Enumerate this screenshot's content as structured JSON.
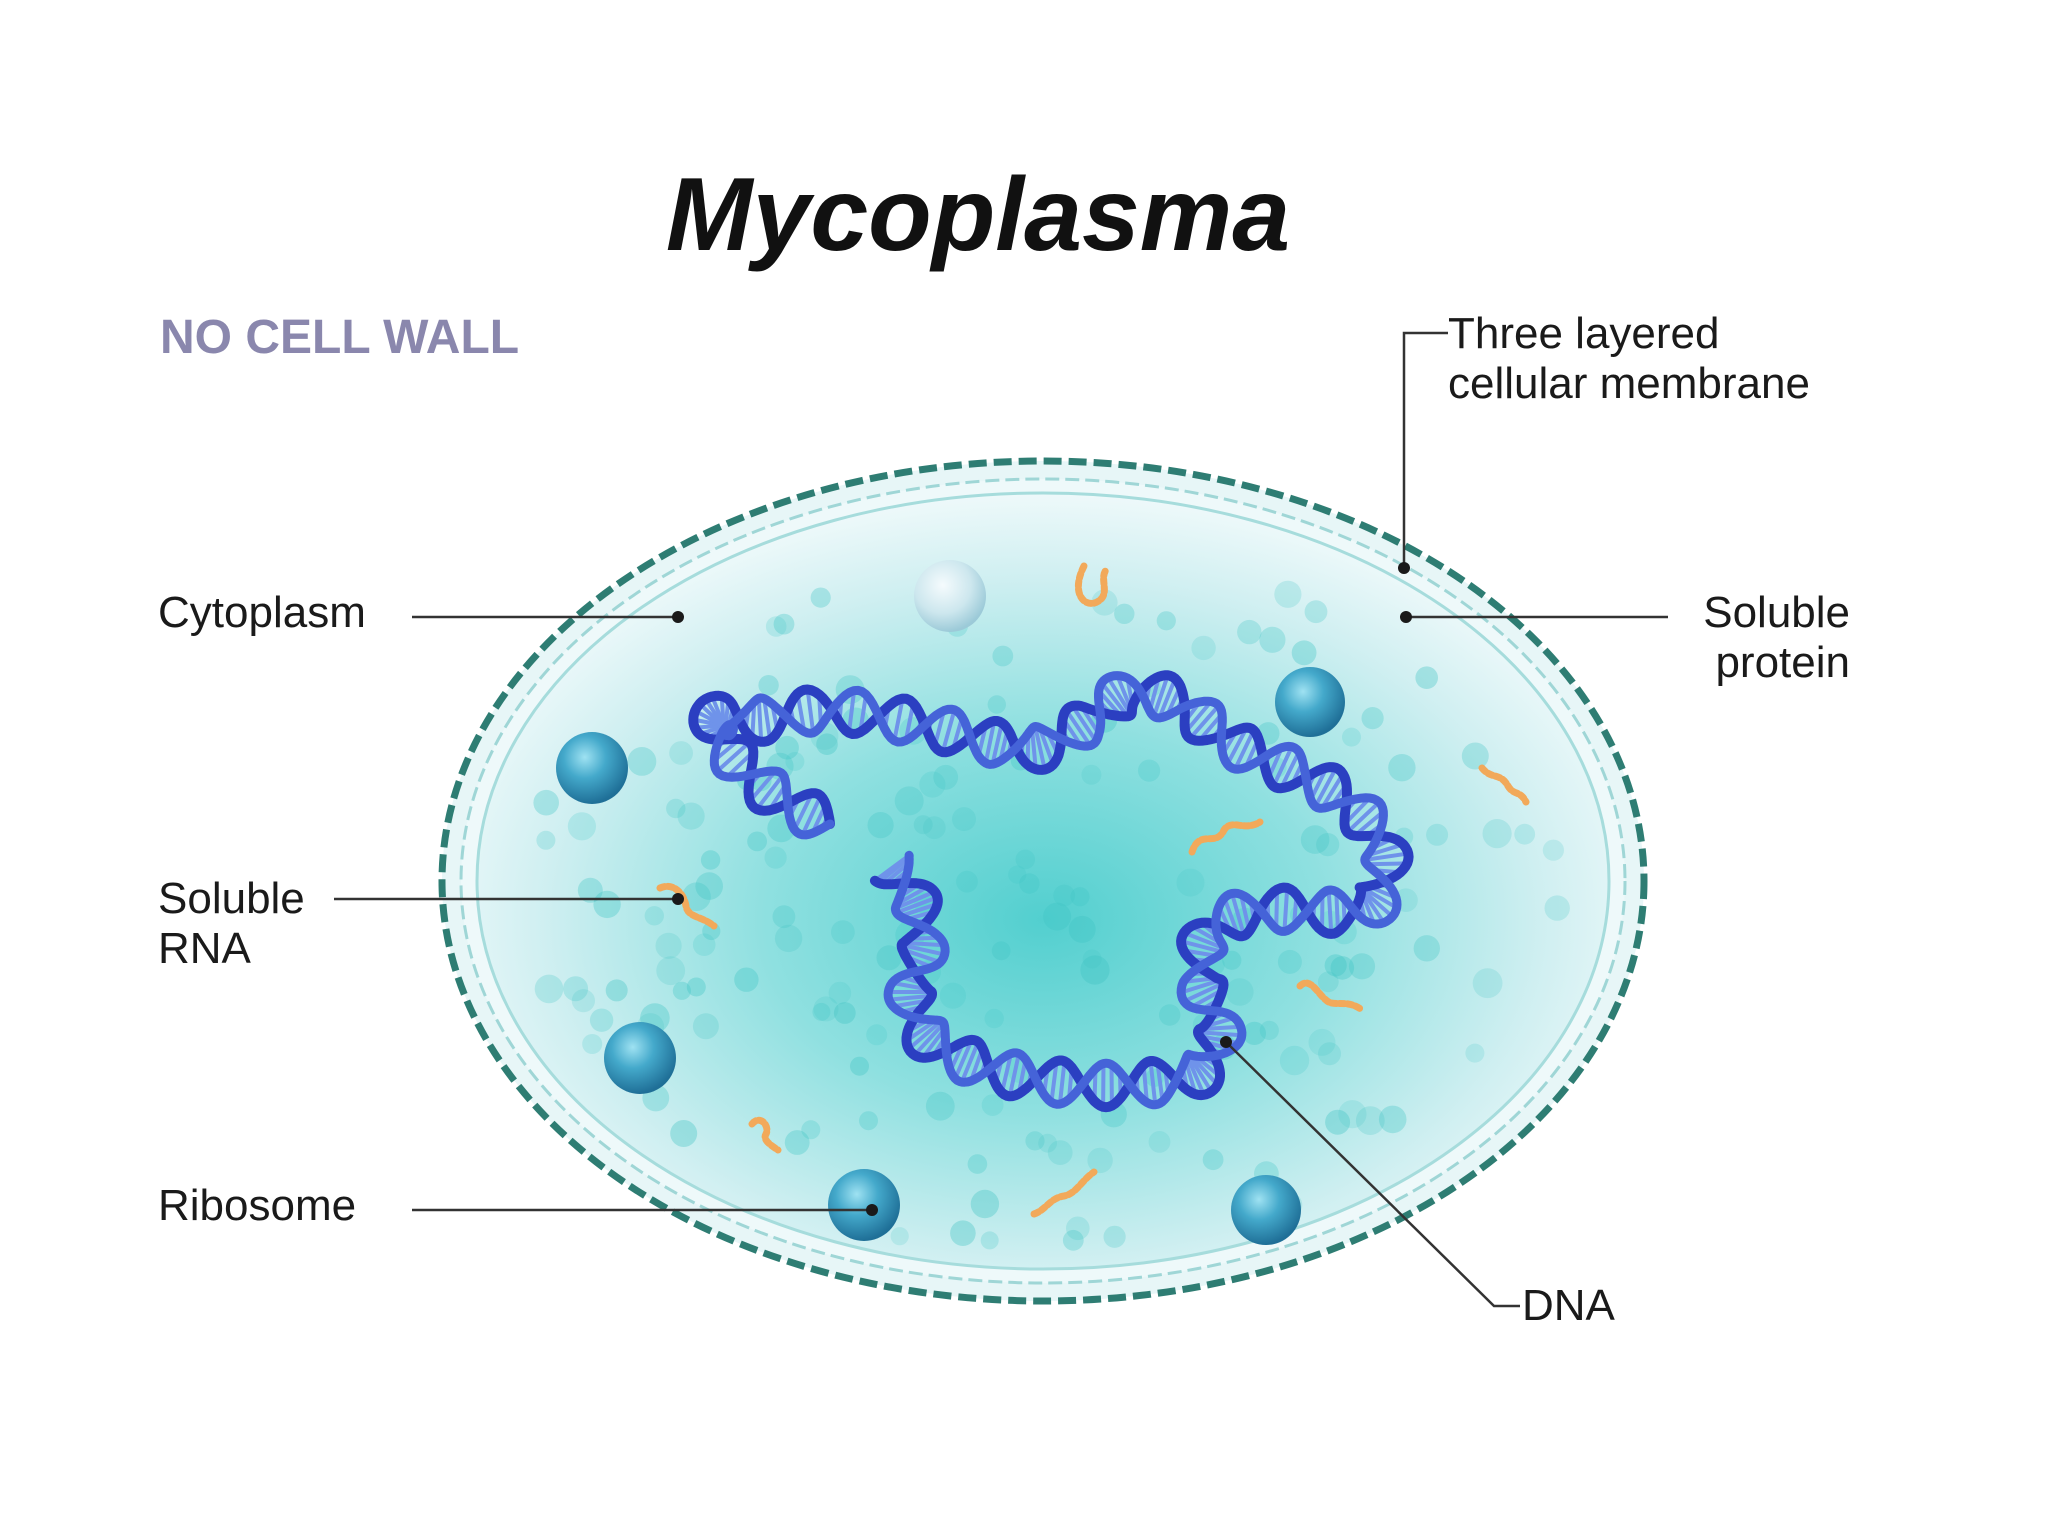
{
  "title": "Mycoplasma",
  "subtitle": "NO CELL WALL",
  "labels": {
    "membrane_line1": "Three layered",
    "membrane_line2": "cellular membrane",
    "cytoplasm": "Cytoplasm",
    "soluble_protein_line1": "Soluble",
    "soluble_protein_line2": "protein",
    "soluble_rna_line1": "Soluble",
    "soluble_rna_line2": "RNA",
    "ribosome": "Ribosome",
    "dna": "DNA"
  },
  "colors": {
    "title": "#111111",
    "subtitle": "#8a87ad",
    "label_text": "#1a1a1a",
    "leader_line": "#333333",
    "membrane_dash": "#2e7d73",
    "membrane_inner": "#a6dcdc",
    "cytoplasm_light": "#e9f8f9",
    "cytoplasm_center": "#5fd3d3",
    "dna_strand": "#2b3fc1",
    "dna_light": "#5f80e6",
    "ribosome": "#3ea4c5",
    "soluble_protein": "#b8dce5",
    "rna": "#f2a95a"
  }
}
